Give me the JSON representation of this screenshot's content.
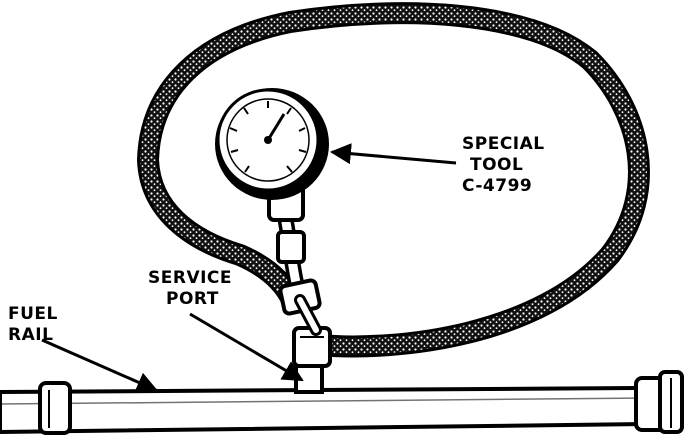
{
  "labels": {
    "special_tool": [
      "SPECIAL",
      "TOOL",
      "C-4799"
    ],
    "service_port": [
      "SERVICE",
      "PORT"
    ],
    "fuel_rail": [
      "FUEL",
      "RAIL"
    ]
  },
  "colors": {
    "ink": "#000000",
    "paper": "#ffffff"
  },
  "icons": [
    "pressure-gauge-icon"
  ]
}
